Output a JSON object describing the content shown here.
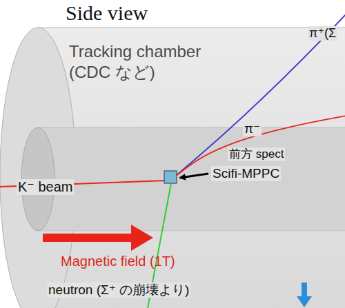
{
  "diagram": {
    "title": "Side view",
    "nodes": [
      {
        "text": [
          "Tracking chamber (CDC など)"
        ]
      }
    ],
    "labels": [
      "π⁺(Σ",
      "π⁻",
      "前方 spect",
      "K⁻ beam",
      "Scifi-MPPC",
      "Magnetic field (1T)",
      "neutron (Σ⁺ の崩壊より)"
    ]
  }
}
